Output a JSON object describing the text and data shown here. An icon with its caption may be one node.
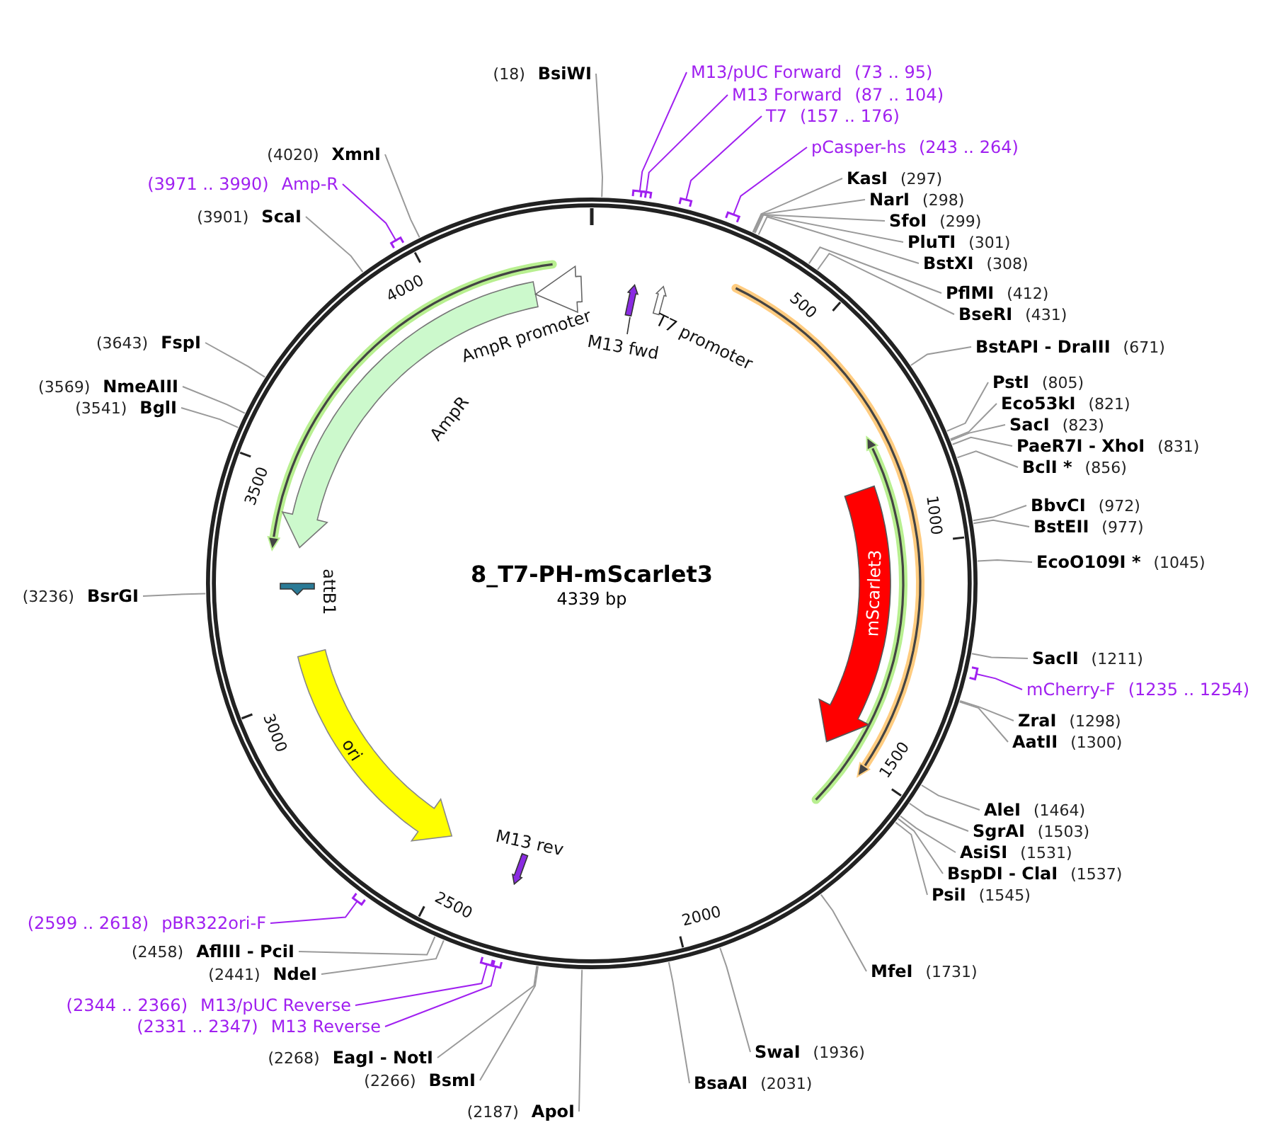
{
  "diagram": {
    "title": "8_T7-PH-mScarlet3",
    "nodes": [
      {
        "text": [
          "(18)",
          "BsiWI"
        ]
      },
      {
        "text": [
          "M13/pUC Forward",
          "(73 .. 95)"
        ]
      },
      {
        "text": [
          "M13 Forward",
          "(87 .. 104)"
        ]
      },
      {
        "text": [
          "T7",
          "(157 .. 176)"
        ]
      },
      {
        "text": [
          "pCasper-hs",
          "(243 .. 264)"
        ]
      },
      {
        "text": [
          "KasI",
          "(297)"
        ]
      },
      {
        "text": [
          "NarI",
          "(298)"
        ]
      },
      {
        "text": [
          "SfoI",
          "(299)"
        ]
      },
      {
        "text": [
          "PluTI",
          "(301)"
        ]
      },
      {
        "text": [
          "BstXI",
          "(308)"
        ]
      },
      {
        "text": [
          "PflMI",
          "(412)"
        ]
      },
      {
        "text": [
          "BseRI",
          "(431)"
        ]
      },
      {
        "text": [
          "BstAPI - DraIII",
          "(671)"
        ]
      },
      {
        "text": [
          "PstI",
          "(805)"
        ]
      },
      {
        "text": [
          "Eco53kI",
          "(821)"
        ]
      },
      {
        "text": [
          "SacI",
          "(823)"
        ]
      },
      {
        "text": [
          "PaeR7I - XhoI",
          "(831)"
        ]
      },
      {
        "text": [
          "BclI *",
          "(856)"
        ]
      },
      {
        "text": [
          "BbvCI",
          "(972)"
        ]
      },
      {
        "text": [
          "BstEII",
          "(977)"
        ]
      },
      {
        "text": [
          "EcoO109I *",
          "(1045)"
        ]
      },
      {
        "text": [
          "SacII",
          "(1211)"
        ]
      },
      {
        "text": [
          "mCherry-F",
          "(1235 .. 1254)"
        ]
      },
      {
        "text": [
          "ZraI",
          "(1298)"
        ]
      },
      {
        "text": [
          "AatII",
          "(1300)"
        ]
      },
      {
        "text": [
          "AleI",
          "(1464)"
        ]
      },
      {
        "text": [
          "SgrAI",
          "(1503)"
        ]
      },
      {
        "text": [
          "AsiSI",
          "(1531)"
        ]
      },
      {
        "text": [
          "BspDI - ClaI",
          "(1537)"
        ]
      },
      {
        "text": [
          "PsiI",
          "(1545)"
        ]
      },
      {
        "text": [
          "MfeI",
          "(1731)"
        ]
      },
      {
        "text": [
          "SwaI",
          "(1936)"
        ]
      },
      {
        "text": [
          "BsaAI",
          "(2031)"
        ]
      },
      {
        "text": [
          "(2187)",
          "ApoI"
        ]
      },
      {
        "text": [
          "(2266)",
          "BsmI"
        ]
      },
      {
        "text": [
          "(2268)",
          "EagI - NotI"
        ]
      },
      {
        "text": [
          "(2331 .. 2347)",
          "M13 Reverse"
        ]
      },
      {
        "text": [
          "(2344 .. 2366)",
          "M13/pUC Reverse"
        ]
      },
      {
        "text": [
          "(2441)",
          "NdeI"
        ]
      },
      {
        "text": [
          "(2458)",
          "AflIII - PciI"
        ]
      },
      {
        "text": [
          "(2599 .. 2618)",
          "pBR322ori-F"
        ]
      },
      {
        "text": [
          "(3236)",
          "BsrGI"
        ]
      },
      {
        "text": [
          "(3541)",
          "BglI"
        ]
      },
      {
        "text": [
          "(3569)",
          "NmeAIII"
        ]
      },
      {
        "text": [
          "(3643)",
          "FspI"
        ]
      },
      {
        "text": [
          "(3901)",
          "ScaI"
        ]
      },
      {
        "text": [
          "(3971 .. 3990)",
          "Amp-R"
        ]
      },
      {
        "text": [
          "(4020)",
          "XmnI"
        ]
      },
      {
        "text": [
          "AmpR"
        ]
      },
      {
        "text": [
          "AmpR promoter"
        ]
      },
      {
        "text": [
          "M13 fwd"
        ]
      },
      {
        "text": [
          "T7 promoter"
        ]
      },
      {
        "text": [
          "mScarlet3"
        ]
      },
      {
        "text": [
          "attB1"
        ]
      },
      {
        "text": [
          "ori"
        ]
      },
      {
        "text": [
          "M13 rev"
        ]
      }
    ],
    "edges": [
      {
        "from": 0,
        "to": null,
        "arrow": "none"
      },
      {
        "from": 1,
        "to": null,
        "arrow": "none",
        "color": "#a020f0"
      },
      {
        "from": 2,
        "to": null,
        "arrow": "none",
        "color": "#a020f0"
      },
      {
        "from": 3,
        "to": null,
        "arrow": "none",
        "color": "#a020f0"
      },
      {
        "from": 4,
        "to": null,
        "arrow": "none",
        "color": "#a020f0"
      },
      {
        "from": 5,
        "to": null,
        "arrow": "none"
      },
      {
        "from": 6,
        "to": null,
        "arrow": "none"
      },
      {
        "from": 7,
        "to": null,
        "arrow": "none"
      },
      {
        "from": 8,
        "to": null,
        "arrow": "none"
      },
      {
        "from": 9,
        "to": null,
        "arrow": "none"
      },
      {
        "from": 10,
        "to": null,
        "arrow": "none"
      },
      {
        "from": 11,
        "to": null,
        "arrow": "none"
      },
      {
        "from": 12,
        "to": null,
        "arrow": "none"
      },
      {
        "from": 13,
        "to": null,
        "arrow": "none"
      },
      {
        "from": 14,
        "to": null,
        "arrow": "none"
      },
      {
        "from": 15,
        "to": null,
        "arrow": "none"
      },
      {
        "from": 16,
        "to": null,
        "arrow": "none"
      },
      {
        "from": 17,
        "to": null,
        "arrow": "none"
      },
      {
        "from": 18,
        "to": null,
        "arrow": "none"
      },
      {
        "from": 19,
        "to": null,
        "arrow": "none"
      },
      {
        "from": 20,
        "to": null,
        "arrow": "none"
      },
      {
        "from": 21,
        "to": null,
        "arrow": "none"
      },
      {
        "from": 22,
        "to": null,
        "arrow": "none",
        "color": "#a020f0"
      },
      {
        "from": 23,
        "to": null,
        "arrow": "none"
      },
      {
        "from": 24,
        "to": null,
        "arrow": "none"
      },
      {
        "from": 25,
        "to": null,
        "arrow": "none"
      },
      {
        "from": 26,
        "to": null,
        "arrow": "none"
      },
      {
        "from": 27,
        "to": null,
        "arrow": "none"
      },
      {
        "from": 28,
        "to": null,
        "arrow": "none"
      },
      {
        "from": 29,
        "to": null,
        "arrow": "none"
      },
      {
        "from": 30,
        "to": null,
        "arrow": "none"
      },
      {
        "from": 31,
        "to": null,
        "arrow": "none"
      },
      {
        "from": 32,
        "to": null,
        "arrow": "none"
      },
      {
        "from": 33,
        "to": null,
        "arrow": "none"
      },
      {
        "from": 34,
        "to": null,
        "arrow": "none"
      },
      {
        "from": 35,
        "to": null,
        "arrow": "none"
      },
      {
        "from": 36,
        "to": null,
        "arrow": "none",
        "color": "#a020f0"
      },
      {
        "from": 37,
        "to": null,
        "arrow": "none",
        "color": "#a020f0"
      },
      {
        "from": 38,
        "to": null,
        "arrow": "none"
      },
      {
        "from": 39,
        "to": null,
        "arrow": "none"
      },
      {
        "from": 40,
        "to": null,
        "arrow": "none",
        "color": "#a020f0"
      },
      {
        "from": 41,
        "to": null,
        "arrow": "none"
      },
      {
        "from": 42,
        "to": null,
        "arrow": "none"
      },
      {
        "from": 43,
        "to": null,
        "arrow": "none"
      },
      {
        "from": 44,
        "to": null,
        "arrow": "none"
      },
      {
        "from": 45,
        "to": null,
        "arrow": "none"
      },
      {
        "from": 46,
        "to": null,
        "arrow": "none",
        "color": "#a020f0"
      },
      {
        "from": 47,
        "to": null,
        "arrow": "none"
      }
    ],
    "labels": [
      "4339 bp",
      "500",
      "1000",
      "1500",
      "2000",
      "2500",
      "3000",
      "3500",
      "4000"
    ]
  }
}
